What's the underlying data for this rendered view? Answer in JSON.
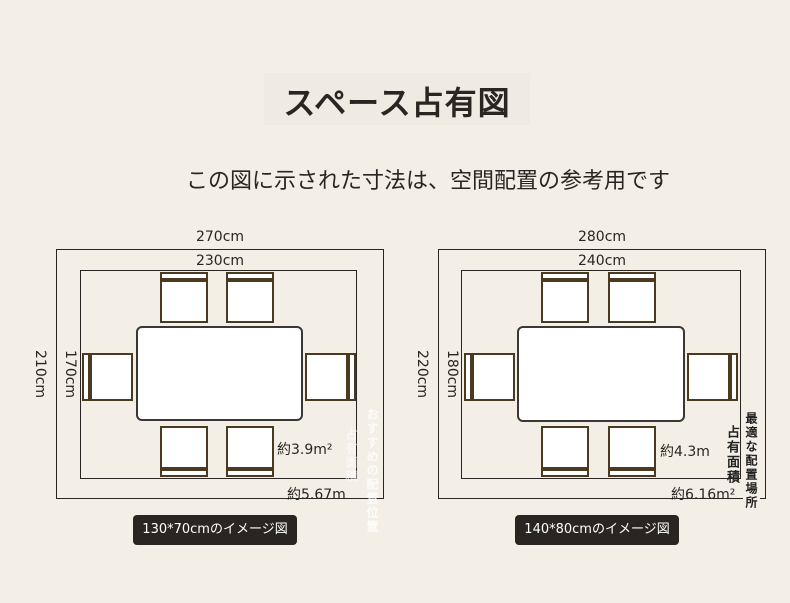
{
  "title": "スペース占有図",
  "subtitle": "この図に示された寸法は、空間配置の参考用です",
  "diagrams": [
    {
      "outer_width": "270cm",
      "inner_width": "230cm",
      "outer_height": "210cm",
      "inner_height": "170cm",
      "inner_area": "約3.9m²",
      "outer_area": "約5.67m",
      "vertical_label_1": "おすすめの配置位置",
      "vertical_label_2": "占有面積",
      "caption": "130*70cmのイメージ図"
    },
    {
      "outer_width": "280cm",
      "inner_width": "240cm",
      "outer_height": "220cm",
      "inner_height": "180cm",
      "inner_area": "約4.3m",
      "outer_area": "約6.16m²",
      "vertical_label_1": "最適な配置場所",
      "vertical_label_2": "占有面積",
      "caption": "140*80cmのイメージ図"
    }
  ]
}
